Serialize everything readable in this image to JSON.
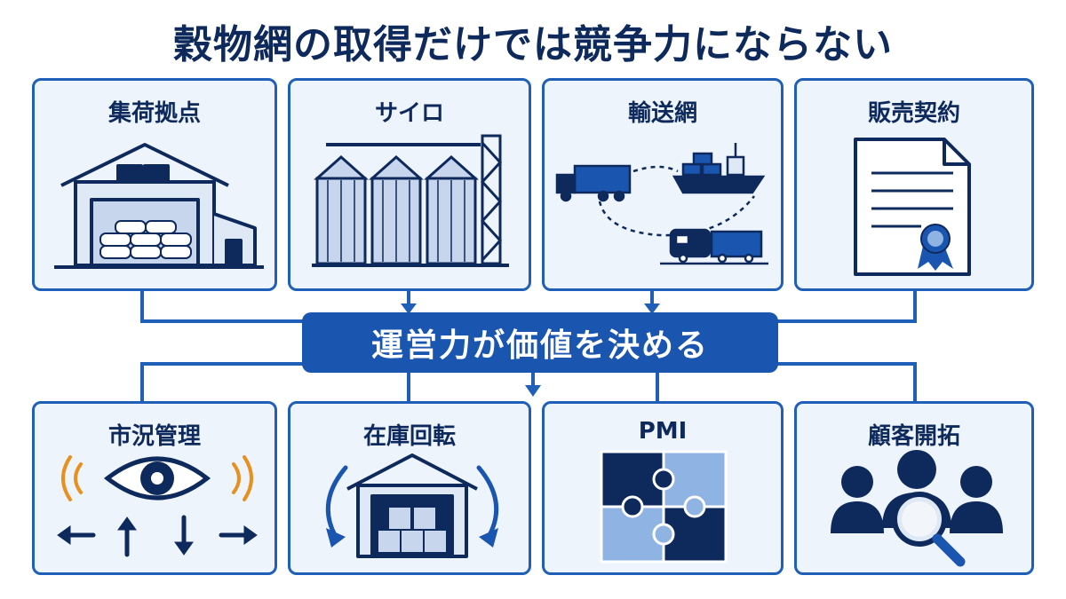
{
  "title": "穀物網の取得だけでは競争力にならない",
  "center_banner": "運営力が価値を決める",
  "top_cards": [
    {
      "label": "集荷拠点",
      "icon": "warehouse-icon"
    },
    {
      "label": "サイロ",
      "icon": "silo-icon"
    },
    {
      "label": "輸送網",
      "icon": "transport-network-icon"
    },
    {
      "label": "販売契約",
      "icon": "contract-document-icon"
    }
  ],
  "bottom_cards": [
    {
      "label": "市況管理",
      "icon": "market-watch-icon"
    },
    {
      "label": "在庫回転",
      "icon": "inventory-rotation-icon"
    },
    {
      "label": "PMI",
      "icon": "puzzle-icon"
    },
    {
      "label": "顧客開拓",
      "icon": "customer-search-icon"
    }
  ],
  "colors": {
    "navy": "#0e2a5c",
    "accent_blue": "#1a55b0",
    "card_fill": "#eef4fc",
    "light_blue": "#8fb3e3",
    "orange": "#e8901e"
  }
}
